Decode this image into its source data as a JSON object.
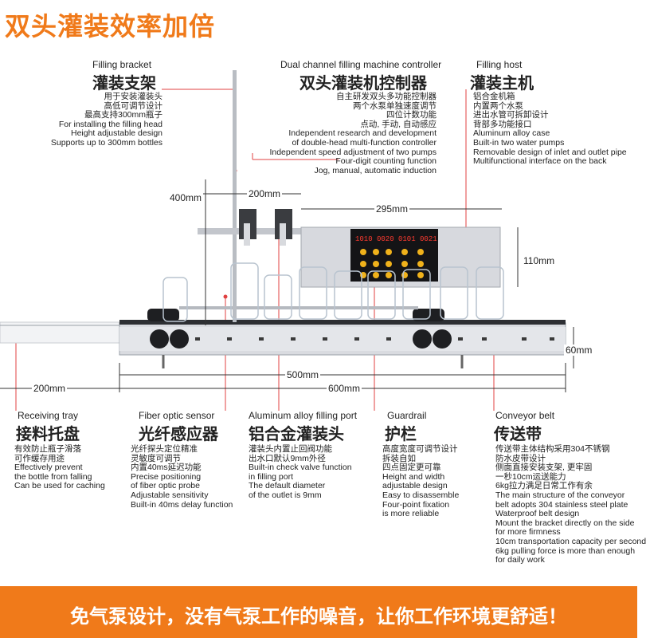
{
  "banner": {
    "title": "双头灌装效率加倍",
    "footer": "免气泵设计，没有气泵工作的噪音，让你工作环境更舒适！"
  },
  "colors": {
    "accent": "#f07a1a",
    "leader_line": "#e04040"
  },
  "callouts": {
    "filling_bracket": {
      "en": "Filling bracket",
      "zh": "灌装支架",
      "desc": [
        "用于安装灌装头",
        "高低可调节设计",
        "最高支持300mm瓶子",
        "For installing the filling head",
        "Height adjustable design",
        "Supports up to 300mm bottles"
      ]
    },
    "controller": {
      "en": "Dual channel filling machine controller",
      "zh": "双头灌装机控制器",
      "desc": [
        "自主研发双头多功能控制器",
        "两个水泵单独速度调节",
        "四位计数功能",
        "点动, 手动, 自动感应",
        "Independent research and development",
        "of double-head multi-function controller",
        "Independent speed adjustment of two pumps",
        "Four-digit counting function",
        "Jog, manual, automatic induction"
      ]
    },
    "filling_host": {
      "en": "Filling host",
      "zh": "灌装主机",
      "desc": [
        "铝合金机箱",
        "内置两个水泵",
        "进出水管可拆卸设计",
        "背部多功能接口",
        "Aluminum alloy case",
        "Built-in two water pumps",
        "Removable design of inlet and outlet pipe",
        "Multifunctional interface on the back"
      ]
    },
    "receiving_tray": {
      "en": "Receiving tray",
      "zh": "接料托盘",
      "desc": [
        "有效防止瓶子滑落",
        "可作缓存用途",
        "Effectively prevent",
        "the bottle from falling",
        "Can be used for caching"
      ]
    },
    "fiber_sensor": {
      "en": "Fiber optic sensor",
      "zh": "光纤感应器",
      "desc": [
        "光纤探头定位精准",
        "灵敏度可调节",
        "内置40ms延迟功能",
        "Precise positioning",
        "of fiber optic probe",
        "Adjustable sensitivity",
        "Built-in 40ms delay function"
      ]
    },
    "filling_port": {
      "en": "Aluminum alloy filling port",
      "zh": "铝合金灌装头",
      "desc": [
        "灌装头内置止回阀功能",
        "出水口默认9mm外径",
        "Built-in check valve function",
        "in filling port",
        "The default diameter",
        "of the outlet is 9mm"
      ]
    },
    "guardrail": {
      "en": "Guardrail",
      "zh": "护栏",
      "desc": [
        "高度宽度可调节设计",
        "拆装自如",
        "四点固定更可靠",
        "Height and width",
        "adjustable design",
        "Easy to disassemble",
        "Four-point fixation",
        "is more reliable"
      ]
    },
    "conveyor_belt": {
      "en": "Conveyor belt",
      "zh": "传送带",
      "desc": [
        "传送带主体结构采用304不锈钢",
        "防水皮带设计",
        "侧面直接安装支架, 更牢固",
        "一秒10cm运送能力",
        "6kg拉力满足日常工作有余",
        "The main structure of the conveyor",
        "belt adopts 304 stainless steel plate",
        "Waterproof belt design",
        "Mount the bracket directly on the side",
        "for more firmness",
        "10cm transportation capacity per second",
        "6kg pulling force is more than enough",
        "for daily work"
      ]
    }
  },
  "dimensions": {
    "bracket_height": "400mm",
    "head_spacing": "200mm",
    "host_width": "295mm",
    "host_height": "110mm",
    "tray_length": "200mm",
    "belt_length_inner": "500mm",
    "belt_length_outer": "600mm",
    "belt_height": "60mm"
  },
  "controller_display": "1010 0020 0101 0021"
}
